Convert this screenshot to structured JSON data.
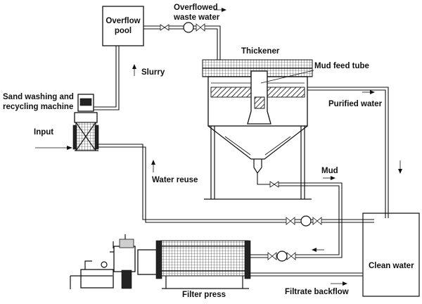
{
  "labels": {
    "overflow_pool": [
      "Overflow",
      "pool"
    ],
    "overflowed_waste_water": [
      "Overflowed",
      "waste water"
    ],
    "thickener": "Thickener",
    "mud_feed_tube": "Mud feed tube",
    "slurry": "Slurry",
    "sand_washing": [
      "Sand washing and",
      "recycling machine"
    ],
    "purified_water": "Purified water",
    "input": "Input",
    "mud": "Mud",
    "water_reuse": "Water reuse",
    "clean_water": "Clean water",
    "filter_press": "Filter press",
    "filtrate_backflow": "Filtrate backflow"
  },
  "colors": {
    "line": "#111111",
    "background": "#ffffff",
    "fill_grey": "#cfcfcf"
  }
}
